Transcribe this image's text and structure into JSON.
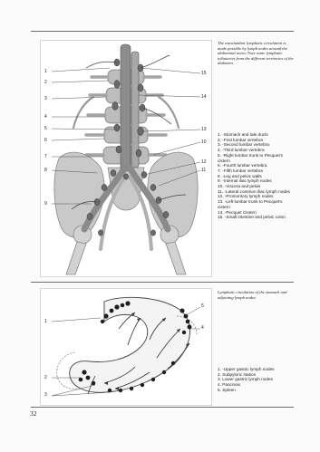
{
  "page_number": "32",
  "figure1": {
    "caption": "The extralumbar lymphatic circulation is made possible by lymph nodes around the abdominal aorta. Note some lymphatic tributaries from the different territories of the abdomen.",
    "left_callouts": [
      "1",
      "2",
      "3",
      "4",
      "5",
      "6",
      "7",
      "8",
      "9"
    ],
    "right_callouts": [
      "15",
      "14",
      "13",
      "10",
      "12",
      "11"
    ],
    "legend": [
      "1. -Stomach and tale ducts",
      "2. -First lumbar vertebra",
      "3. -Second lumbar vertebra",
      "4. -Third lumbar vertebra",
      "5. -Right lumbar trunk to Pecquet's cistern",
      "6. -Fourth lumbar vertebra",
      "7. -Fifth lumbar vertebra",
      "8. -Leg and pelvic walls",
      "9. -Internal iliac lymph nodes",
      "10. -Viscera and pelvis",
      "11. -Lateral common iliac lymph nodes",
      "12. -Promontory lymph nodes",
      "13. -Left lumbar trunk to Pecquet's cistern",
      "14. -Pecquet Cistern",
      "15. -Small intestine and pelvic colon"
    ]
  },
  "figure2": {
    "caption": "Lymphatic circulation of the stomach and adjoining lymph nodes",
    "left_callouts": [
      "1",
      "2",
      "3"
    ],
    "right_callouts": [
      "5",
      "4"
    ],
    "legend": [
      "1. -Upper gastric lymph nodes",
      "2. Subpyloric station",
      "3. Lower gastric lymph nodes",
      "4. Pancreas",
      "5. Spleen"
    ]
  }
}
